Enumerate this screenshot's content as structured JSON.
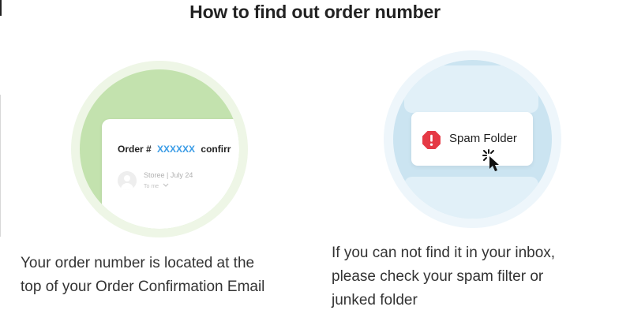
{
  "page": {
    "title": "How to find out order number"
  },
  "left_panel": {
    "email": {
      "order_prefix": "Order #",
      "order_number": "XXXXXX",
      "order_suffix": "confirr",
      "sender": "Storee | July 24",
      "recipient": "To me"
    },
    "caption": {
      "line1": "Your order number is located at the",
      "line2": "top of your Order Confirmation Email"
    }
  },
  "right_panel": {
    "spam_card": {
      "label": "Spam Folder"
    },
    "caption": {
      "line1": "If you can not find it in your inbox,",
      "line2": "please check your spam filter or",
      "line3": "junked folder"
    }
  },
  "icons": {
    "avatar": "user-avatar-icon",
    "dropdown": "chevron-down-icon",
    "alert": "alert-octagon-icon",
    "cursor": "click-cursor-icon"
  },
  "colors": {
    "left_outer_ring": "#eef6e6",
    "left_inner_fill": "#c3e2ae",
    "order_number": "#3b9ce6",
    "right_outer_ring": "#eef6fb",
    "right_inner_fill": "#cbe4f1",
    "alert": "#e53945"
  }
}
